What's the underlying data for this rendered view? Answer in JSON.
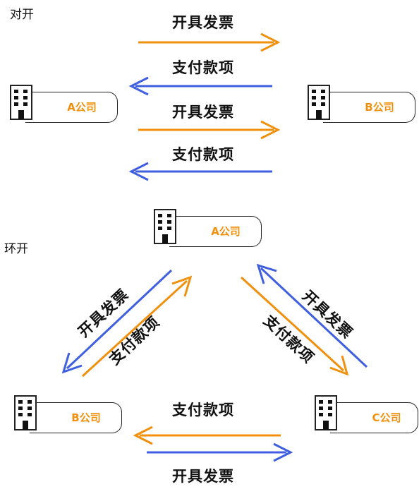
{
  "sections": {
    "mutual": "对开",
    "circular": "环开"
  },
  "labels": {
    "issue_invoice": "开具发票",
    "pay": "支付款项"
  },
  "companies": {
    "a": "A公司",
    "b": "B公司",
    "c": "C公司"
  },
  "colors": {
    "invoice_orange": "#F0900D",
    "payment_blue": "#3F5FE0",
    "company_text": "#F0900D"
  }
}
